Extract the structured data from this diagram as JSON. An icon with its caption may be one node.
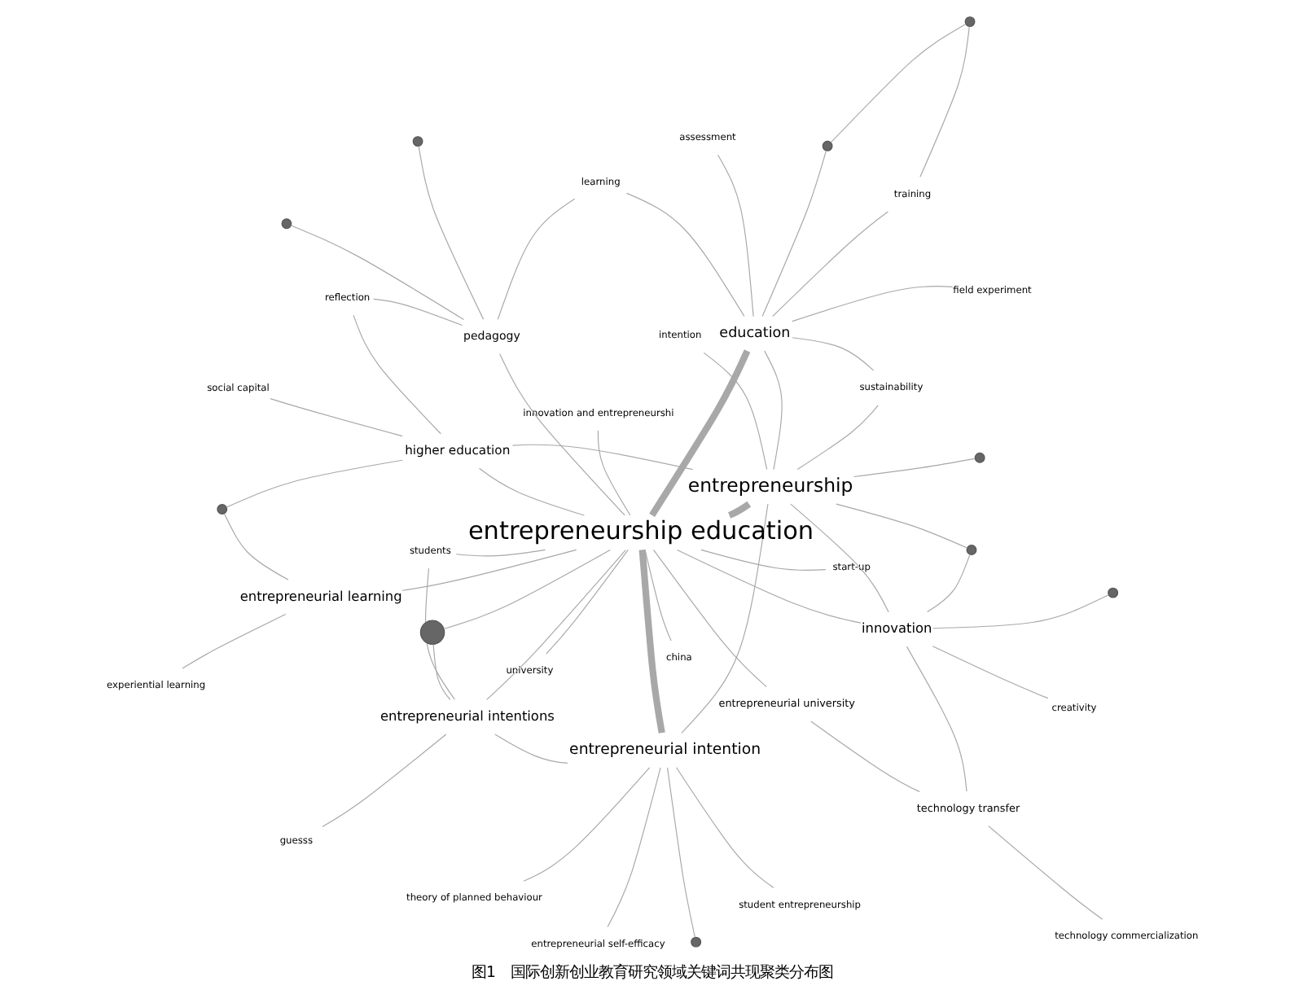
{
  "diagram": {
    "caption": "图1　国际创新创业教育研究领域关键词共现聚类分布图",
    "nodes": [
      {
        "text": [
          "entrepreneurial self-efficacy"
        ]
      },
      {
        "text": [
          "student entrepreneurship"
        ]
      },
      {
        "text": [
          "entrepreneurial intention"
        ]
      },
      {
        "text": [
          "theory of planned behaviour"
        ]
      },
      {
        "text": [
          "start-up"
        ]
      },
      {
        "text": [
          "students"
        ]
      },
      {
        "text": [
          "university"
        ]
      },
      {
        "text": [
          "china"
        ]
      },
      {
        "text": [
          "entrepreneurial university"
        ]
      },
      {
        "text": [
          "technology transfer"
        ]
      },
      {
        "text": [
          "entrepreneurial intentions"
        ]
      },
      {
        "text": [
          "guesss"
        ]
      },
      {
        "text": [
          "entrepreneurship education"
        ]
      },
      {
        "text": [
          "technology commercialization"
        ]
      },
      {
        "text": [
          "innovation and entrepreneurshi"
        ]
      },
      {
        "text": [
          "entrepreneurial learning"
        ]
      },
      {
        "text": [
          "experiential learning"
        ]
      },
      {
        "text": [
          "entrepreneurship"
        ]
      },
      {
        "text": [
          "higher education"
        ]
      },
      {
        "text": [
          "intention"
        ]
      },
      {
        "text": [
          "innovation"
        ]
      },
      {
        "text": [
          "social capital"
        ]
      },
      {
        "text": [
          "reflection"
        ]
      },
      {
        "text": [
          "creativity"
        ]
      },
      {
        "text": [
          "education"
        ]
      },
      {
        "text": [
          "learning"
        ]
      },
      {
        "text": [
          "sustainability"
        ]
      },
      {
        "text": [
          "pedagogy"
        ]
      },
      {
        "text": [
          "field experiment"
        ]
      },
      {
        "text": [
          "training"
        ]
      },
      {
        "text": [
          "assessment"
        ]
      },
      {
        "text": [],
        "shape": "circle"
      },
      {
        "text": [],
        "shape": "circle"
      },
      {
        "text": [],
        "shape": "circle"
      },
      {
        "text": [],
        "shape": "circle"
      },
      {
        "text": [],
        "shape": "circle"
      },
      {
        "text": [],
        "shape": "circle"
      },
      {
        "text": [],
        "shape": "circle"
      },
      {
        "text": [],
        "shape": "circle"
      },
      {
        "text": [],
        "shape": "circle"
      },
      {
        "text": [],
        "shape": "circle"
      }
    ],
    "edges": [
      {
        "from": 12,
        "to": 2,
        "arrow": "none",
        "style": "thick"
      },
      {
        "from": 12,
        "to": 17,
        "arrow": "none",
        "style": "thick"
      },
      {
        "from": 12,
        "to": 24,
        "arrow": "none",
        "style": "thick"
      },
      {
        "from": 12,
        "to": 10,
        "arrow": "none"
      },
      {
        "from": 12,
        "to": 15,
        "arrow": "none"
      },
      {
        "from": 12,
        "to": 18,
        "arrow": "none"
      },
      {
        "from": 12,
        "to": 20,
        "arrow": "none"
      },
      {
        "from": 12,
        "to": 6,
        "arrow": "none"
      },
      {
        "from": 12,
        "to": 7,
        "arrow": "none"
      },
      {
        "from": 12,
        "to": 14,
        "arrow": "none"
      },
      {
        "from": 12,
        "to": 4,
        "arrow": "none"
      },
      {
        "from": 12,
        "to": 5,
        "arrow": "none"
      },
      {
        "from": 12,
        "to": 8,
        "arrow": "none"
      },
      {
        "from": 12,
        "to": 27,
        "arrow": "none"
      },
      {
        "from": 12,
        "to": 31,
        "arrow": "none"
      },
      {
        "from": 2,
        "to": 0,
        "arrow": "none"
      },
      {
        "from": 2,
        "to": 1,
        "arrow": "none"
      },
      {
        "from": 2,
        "to": 3,
        "arrow": "none"
      },
      {
        "from": 2,
        "to": 10,
        "arrow": "none"
      },
      {
        "from": 2,
        "to": 17,
        "arrow": "none"
      },
      {
        "from": 2,
        "to": 32,
        "arrow": "none"
      },
      {
        "from": 10,
        "to": 5,
        "arrow": "none"
      },
      {
        "from": 10,
        "to": 11,
        "arrow": "none"
      },
      {
        "from": 10,
        "to": 31,
        "arrow": "none"
      },
      {
        "from": 15,
        "to": 16,
        "arrow": "none"
      },
      {
        "from": 15,
        "to": 33,
        "arrow": "none"
      },
      {
        "from": 17,
        "to": 20,
        "arrow": "none"
      },
      {
        "from": 17,
        "to": 24,
        "arrow": "none"
      },
      {
        "from": 17,
        "to": 18,
        "arrow": "none"
      },
      {
        "from": 17,
        "to": 19,
        "arrow": "none"
      },
      {
        "from": 17,
        "to": 34,
        "arrow": "none"
      },
      {
        "from": 17,
        "to": 35,
        "arrow": "none"
      },
      {
        "from": 17,
        "to": 26,
        "arrow": "none"
      },
      {
        "from": 20,
        "to": 23,
        "arrow": "none"
      },
      {
        "from": 20,
        "to": 9,
        "arrow": "none"
      },
      {
        "from": 20,
        "to": 38,
        "arrow": "none"
      },
      {
        "from": 20,
        "to": 35,
        "arrow": "none"
      },
      {
        "from": 8,
        "to": 9,
        "arrow": "none"
      },
      {
        "from": 9,
        "to": 13,
        "arrow": "none"
      },
      {
        "from": 24,
        "to": 25,
        "arrow": "none"
      },
      {
        "from": 24,
        "to": 29,
        "arrow": "none"
      },
      {
        "from": 24,
        "to": 30,
        "arrow": "none"
      },
      {
        "from": 24,
        "to": 26,
        "arrow": "none"
      },
      {
        "from": 24,
        "to": 28,
        "arrow": "none"
      },
      {
        "from": 24,
        "to": 36,
        "arrow": "none"
      },
      {
        "from": 18,
        "to": 21,
        "arrow": "none"
      },
      {
        "from": 18,
        "to": 22,
        "arrow": "none"
      },
      {
        "from": 18,
        "to": 33,
        "arrow": "none"
      },
      {
        "from": 27,
        "to": 25,
        "arrow": "none"
      },
      {
        "from": 27,
        "to": 40,
        "arrow": "none"
      },
      {
        "from": 27,
        "to": 39,
        "arrow": "none"
      },
      {
        "from": 27,
        "to": 22,
        "arrow": "none"
      },
      {
        "from": 37,
        "to": 29,
        "arrow": "none"
      },
      {
        "from": 36,
        "to": 37,
        "arrow": "none"
      }
    ]
  }
}
